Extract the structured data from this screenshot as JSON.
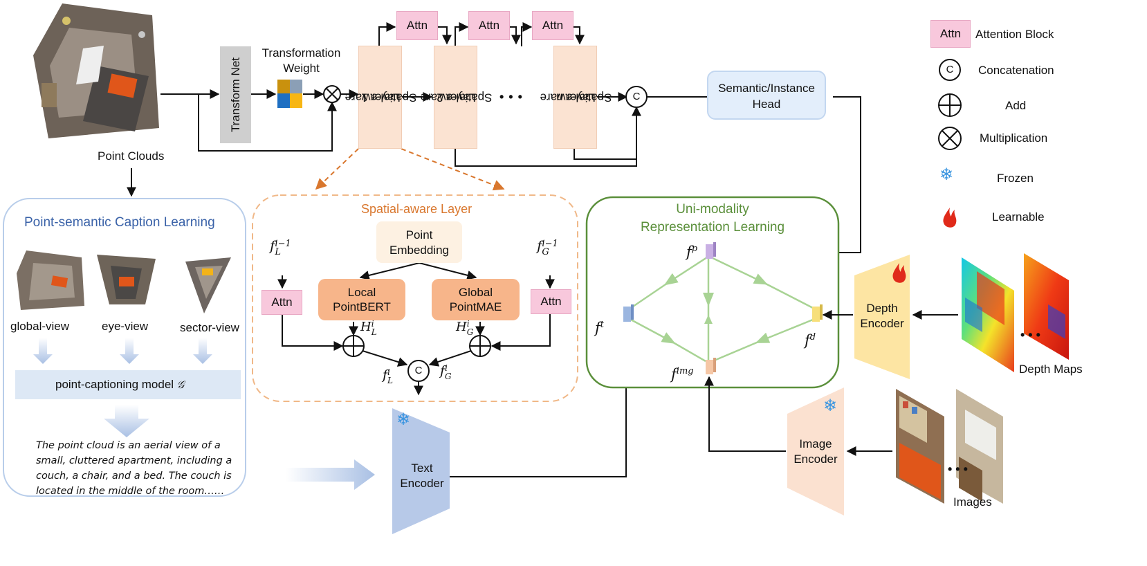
{
  "top": {
    "point_clouds": "Point Clouds",
    "transform_net": "Transform Net",
    "transformation_weight": [
      "Transformation",
      "Weight"
    ],
    "attn": "Attn",
    "layer1": [
      "Spatial-aware",
      "Layer 1"
    ],
    "layer2": [
      "Spatial-aware",
      "Layer 2"
    ],
    "layern": [
      "Spatial-aware",
      "Layer n"
    ],
    "ellipsis": "• • •",
    "head": [
      "Semantic/Instance",
      "Head"
    ]
  },
  "legend": {
    "attn_box": "Attn",
    "attention": "Attention Block",
    "c_symbol": "C",
    "concatenation": "Concatenation",
    "add": "Add",
    "multiplication": "Multiplication",
    "frozen": "Frozen",
    "learnable": "Learnable"
  },
  "caption_panel": {
    "title": "Point-semantic Caption Learning",
    "views": [
      "global-view",
      "eye-view",
      "sector-view"
    ],
    "model": "point-captioning model",
    "model_symbol": "𝒢",
    "text": [
      "The point cloud is an aerial view of a",
      "small, cluttered apartment, including a",
      "couch, a chair, and a bed. The couch is",
      "located in the middle of the room……"
    ]
  },
  "spatial_layer": {
    "title": "Spatial-aware Layer",
    "point_embedding": [
      "Point",
      "Embedding"
    ],
    "local": [
      "Local",
      "PointBERT"
    ],
    "global": [
      "Global",
      "PointMAE"
    ],
    "attn": "Attn",
    "fL_prev": {
      "base": "f",
      "sup": "i−1",
      "sub": "L"
    },
    "fG_prev": {
      "base": "f",
      "sup": "i−1",
      "sub": "G"
    },
    "HL": {
      "base": "H",
      "sup": "i",
      "sub": "L"
    },
    "HG": {
      "base": "H",
      "sup": "i",
      "sub": "G"
    },
    "fL": {
      "base": "f",
      "sup": "i",
      "sub": "L"
    },
    "fG": {
      "base": "f",
      "sup": "i",
      "sub": "G"
    },
    "c_symbol": "C"
  },
  "uni": {
    "title": [
      "Uni-modality",
      "Representation Learning"
    ],
    "fp": {
      "base": "f",
      "sup": "p"
    },
    "ft": {
      "base": "f",
      "sup": "t"
    },
    "fd": {
      "base": "f",
      "sup": "d"
    },
    "fimg": {
      "base": "f",
      "sup": "img"
    }
  },
  "encoders": {
    "text": [
      "Text",
      "Encoder"
    ],
    "depth": [
      "Depth",
      "Encoder"
    ],
    "image": [
      "Image",
      "Encoder"
    ],
    "depth_maps": "Depth Maps",
    "images": "Images",
    "ellipsis": "• • •"
  },
  "colors": {
    "attn": "#f8c8dc",
    "layer": "#fbe3d2",
    "orange": "#f7b58a",
    "embedding": "#fdf1e2",
    "head": "#e3eefb",
    "panel_blue": "#b8cdea",
    "title_blue": "#3a62a8",
    "dash_orange": "#f0b888",
    "title_orange": "#d9772e",
    "green": "#5a8f3a",
    "light_green": "#a8d394",
    "text_encoder": "#b7c9e8",
    "depth_encoder": "#fde5a3",
    "image_encoder": "#fbe1d0"
  }
}
